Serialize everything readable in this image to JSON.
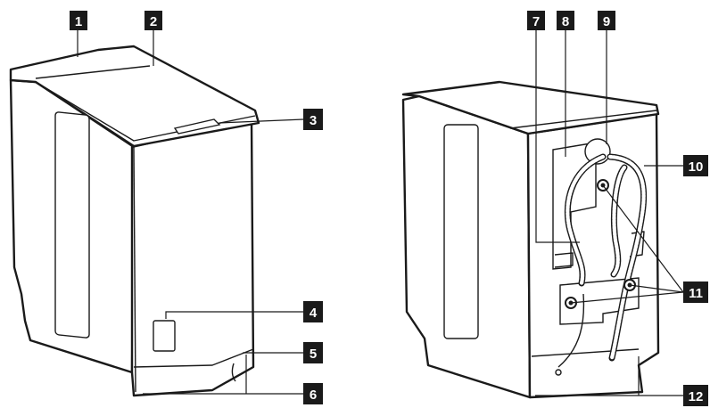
{
  "callouts": [
    {
      "id": "1",
      "label": "1"
    },
    {
      "id": "2",
      "label": "2"
    },
    {
      "id": "3",
      "label": "3"
    },
    {
      "id": "4",
      "label": "4"
    },
    {
      "id": "5",
      "label": "5"
    },
    {
      "id": "6",
      "label": "6"
    },
    {
      "id": "7",
      "label": "7"
    },
    {
      "id": "8",
      "label": "8"
    },
    {
      "id": "9",
      "label": "9"
    },
    {
      "id": "10",
      "label": "10"
    },
    {
      "id": "11",
      "label": "11"
    },
    {
      "id": "12",
      "label": "12"
    }
  ],
  "colors": {
    "ink": "#1a1a1a",
    "paper": "#ffffff",
    "shade": "#e8e8e8"
  }
}
